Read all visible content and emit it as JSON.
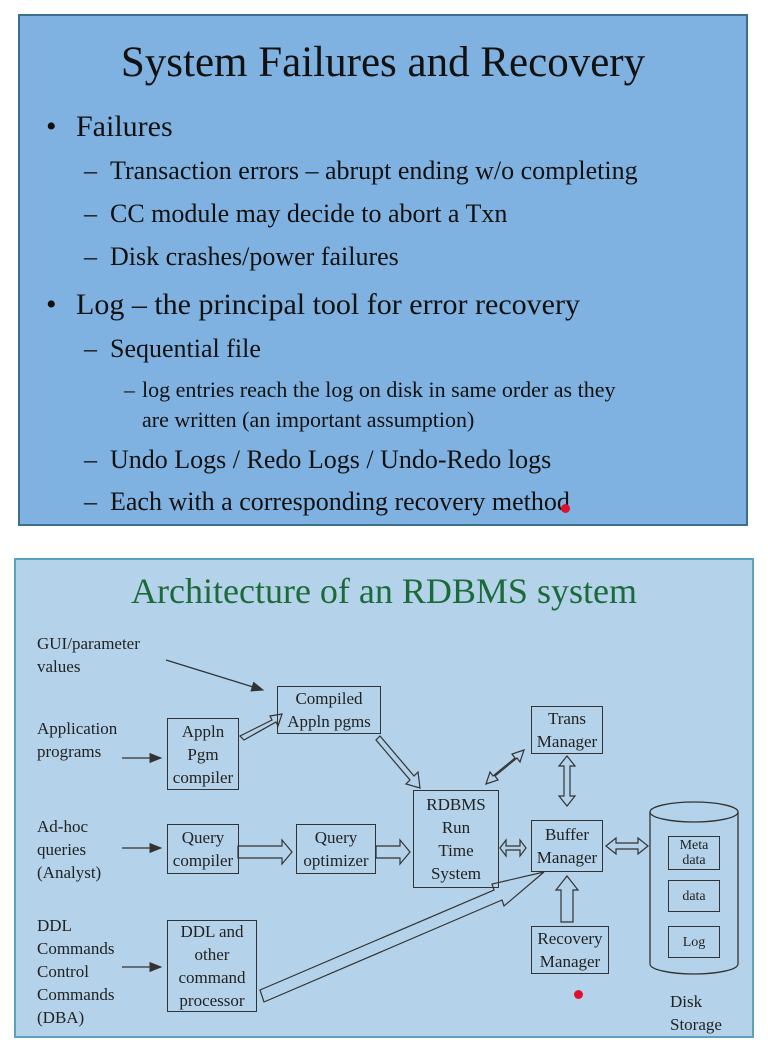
{
  "slide1": {
    "title": "System Failures and Recovery",
    "items": [
      {
        "level": 1,
        "text": "Failures"
      },
      {
        "level": 2,
        "text": "Transaction errors – abrupt ending w/o completing"
      },
      {
        "level": 2,
        "text": "CC module may decide to abort a Txn"
      },
      {
        "level": 2,
        "text": "Disk crashes/power failures"
      },
      {
        "level": 1,
        "text": "Log – the principal tool for error recovery"
      },
      {
        "level": 2,
        "text": "Sequential file"
      },
      {
        "level": 3,
        "text": "log entries reach the log on disk in same order as they"
      },
      {
        "level": 3,
        "text": "are written (an important assumption)"
      },
      {
        "level": 2,
        "text": "Undo Logs / Redo Logs / Undo-Redo logs"
      },
      {
        "level": 2,
        "text": "Each with a corresponding recovery method"
      }
    ],
    "bullet": "•",
    "dash": "–"
  },
  "slide2": {
    "title": "Architecture of an RDBMS system",
    "inputs": {
      "gui": [
        "GUI/parameter",
        "values"
      ],
      "app": [
        "Application",
        "programs"
      ],
      "adhoc": [
        "Ad-hoc",
        "queries",
        "(Analyst)"
      ],
      "ddl": [
        "DDL",
        "Commands",
        "Control",
        "Commands",
        "(DBA)"
      ]
    },
    "boxes": {
      "compiled": [
        "Compiled",
        "Appln pgms"
      ],
      "appln": [
        "Appln",
        "Pgm",
        "compiler"
      ],
      "query_compiler": [
        "Query",
        "compiler"
      ],
      "query_optimizer": [
        "Query",
        "optimizer"
      ],
      "ddl_processor": [
        "DDL and",
        "other",
        "command",
        "processor"
      ],
      "runtime": [
        "RDBMS",
        "Run",
        "Time",
        "System"
      ],
      "trans": [
        "Trans",
        "Manager"
      ],
      "buffer": [
        "Buffer",
        "Manager"
      ],
      "recovery": [
        "Recovery",
        "Manager"
      ]
    },
    "disk": {
      "meta": [
        "Meta",
        "data"
      ],
      "data": "data",
      "log": "Log",
      "label": [
        "Disk",
        "Storage"
      ]
    }
  }
}
